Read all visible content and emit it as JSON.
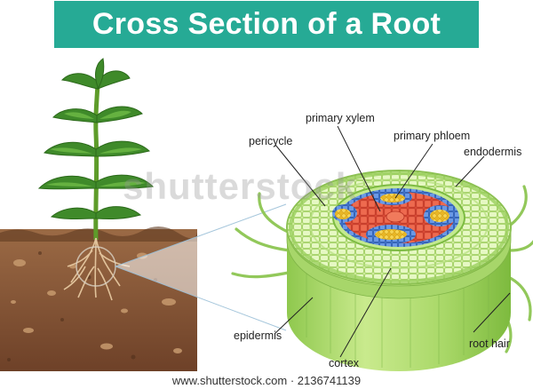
{
  "title": "Cross Section of a Root",
  "labels": {
    "primary_xylem": "primary xylem",
    "pericycle": "pericycle",
    "primary_phloem": "primary phloem",
    "endodermis": "endodermis",
    "epidermis": "epidermis",
    "root_hair": "root hair",
    "cortex": "cortex"
  },
  "watermark": "shutterstock",
  "footer": "www.shutterstock.com · 2136741139",
  "colors": {
    "banner": "#26aa95",
    "soil": "#8a5a3c",
    "cortex_green": "#b8e07a",
    "stele_red": "#e2553f",
    "pericycle_blue": "#4a7fd6",
    "xylem_yellow": "#f3c83a"
  }
}
